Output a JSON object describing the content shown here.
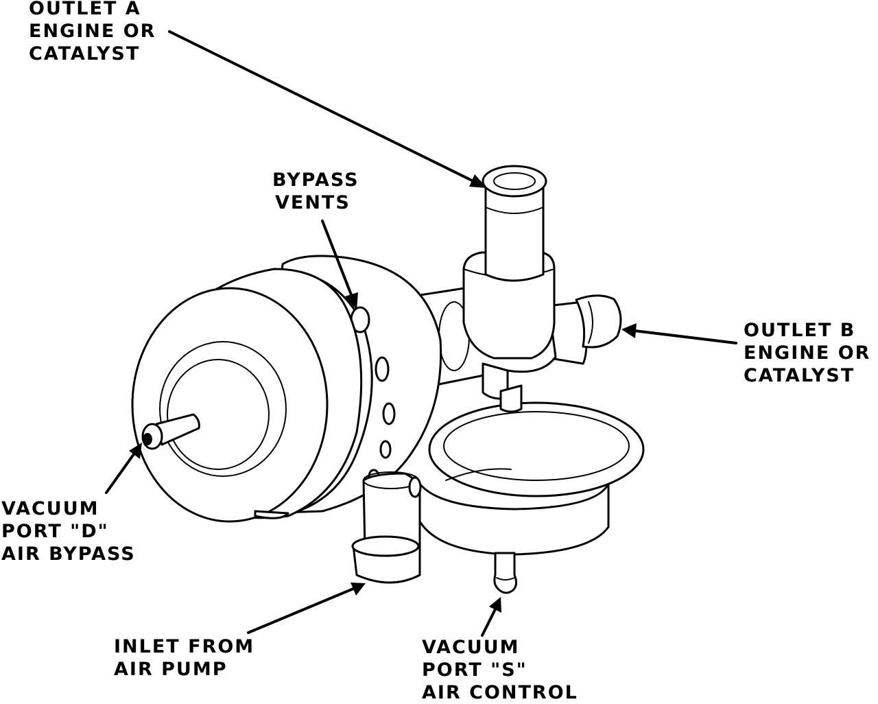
{
  "labels": {
    "outlet_a": [
      "OUTLET A",
      "ENGINE OR",
      "CATALYST"
    ],
    "bypass_vents": [
      "BYPASS",
      "VENTS"
    ],
    "outlet_b": [
      "OUTLET B",
      "ENGINE OR",
      "CATALYST"
    ],
    "vacuum_port_d": [
      "VACUUM",
      "PORT \"D\"",
      "AIR BYPASS"
    ],
    "inlet": [
      "INLET FROM",
      "AIR PUMP"
    ],
    "vacuum_port_s": [
      "VACUUM",
      "PORT \"S\"",
      "AIR CONTROL"
    ]
  },
  "colors": {
    "ink": "#000000",
    "paper": "#ffffff"
  }
}
